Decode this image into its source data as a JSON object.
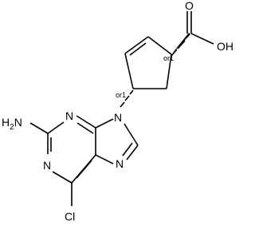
{
  "molecule": {
    "atoms": {
      "oh": "OH",
      "carbonyl_o": "O",
      "n9": "N",
      "n1": "N",
      "n3": "N",
      "n7": "N",
      "cl": "Cl",
      "nh2_main": "H",
      "nh2_sub": "2",
      "nh2_n": "N"
    },
    "stereo_labels": {
      "c1": "or1",
      "c4": "or1"
    }
  }
}
